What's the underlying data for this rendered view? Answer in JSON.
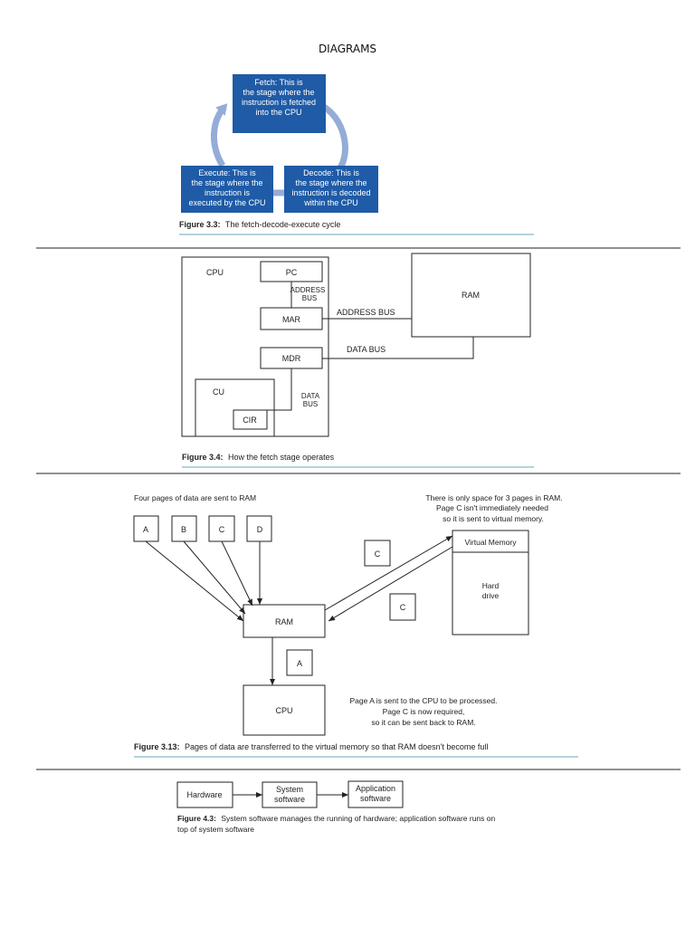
{
  "page": {
    "title": "DIAGRAMS"
  },
  "colors": {
    "cycle_box": "#1f5ba6",
    "cycle_arrow": "#94acd7",
    "caption_rule": "#64a9bd",
    "line": "#222222"
  },
  "fig33": {
    "fetch": [
      "Fetch: This is",
      "the stage where the",
      "instruction is fetched",
      "into the CPU"
    ],
    "execute": [
      "Execute: This is",
      "the stage where the",
      "instruction is",
      "executed by the CPU"
    ],
    "decode": [
      "Decode: This is",
      "the stage where the",
      "instruction is decoded",
      "within the CPU"
    ],
    "caption_label": "Figure 3.3:",
    "caption_text": "The fetch-decode-execute cycle"
  },
  "fig34": {
    "cpu": "CPU",
    "pc": "PC",
    "mar": "MAR",
    "mdr": "MDR",
    "cu": "CU",
    "cir": "CIR",
    "ram": "RAM",
    "address_bus_inner": [
      "ADDRESS",
      "BUS"
    ],
    "address_bus": "ADDRESS BUS",
    "data_bus": "DATA BUS",
    "data_bus_inner": [
      "DATA",
      "BUS"
    ],
    "caption_label": "Figure 3.4:",
    "caption_text": "How the fetch stage operates"
  },
  "fig313": {
    "intro": "Four pages of data are sent to RAM",
    "pages": [
      "A",
      "B",
      "C",
      "D"
    ],
    "note_top": [
      "There is only space for 3 pages in RAM.",
      "Page C isn't immediately needed",
      "so it is sent to virtual memory."
    ],
    "virtual_memory": "Virtual Memory",
    "hard_drive": [
      "Hard",
      "drive"
    ],
    "page_c_out": "C",
    "page_c_back": "C",
    "ram": "RAM",
    "page_a": "A",
    "cpu": "CPU",
    "note_bottom": [
      "Page A is sent to the CPU to be processed.",
      "Page C is now required,",
      "so it can be sent back to RAM."
    ],
    "caption_label": "Figure 3.13:",
    "caption_text": "Pages of data are transferred to the virtual memory so that RAM doesn't become full"
  },
  "fig43": {
    "hardware": "Hardware",
    "system_software": [
      "System",
      "software"
    ],
    "application_software": [
      "Application",
      "software"
    ],
    "caption_label": "Figure 4.3:",
    "caption_line1": "System software manages the running of hardware; application software runs on",
    "caption_line2": "top of system software"
  }
}
